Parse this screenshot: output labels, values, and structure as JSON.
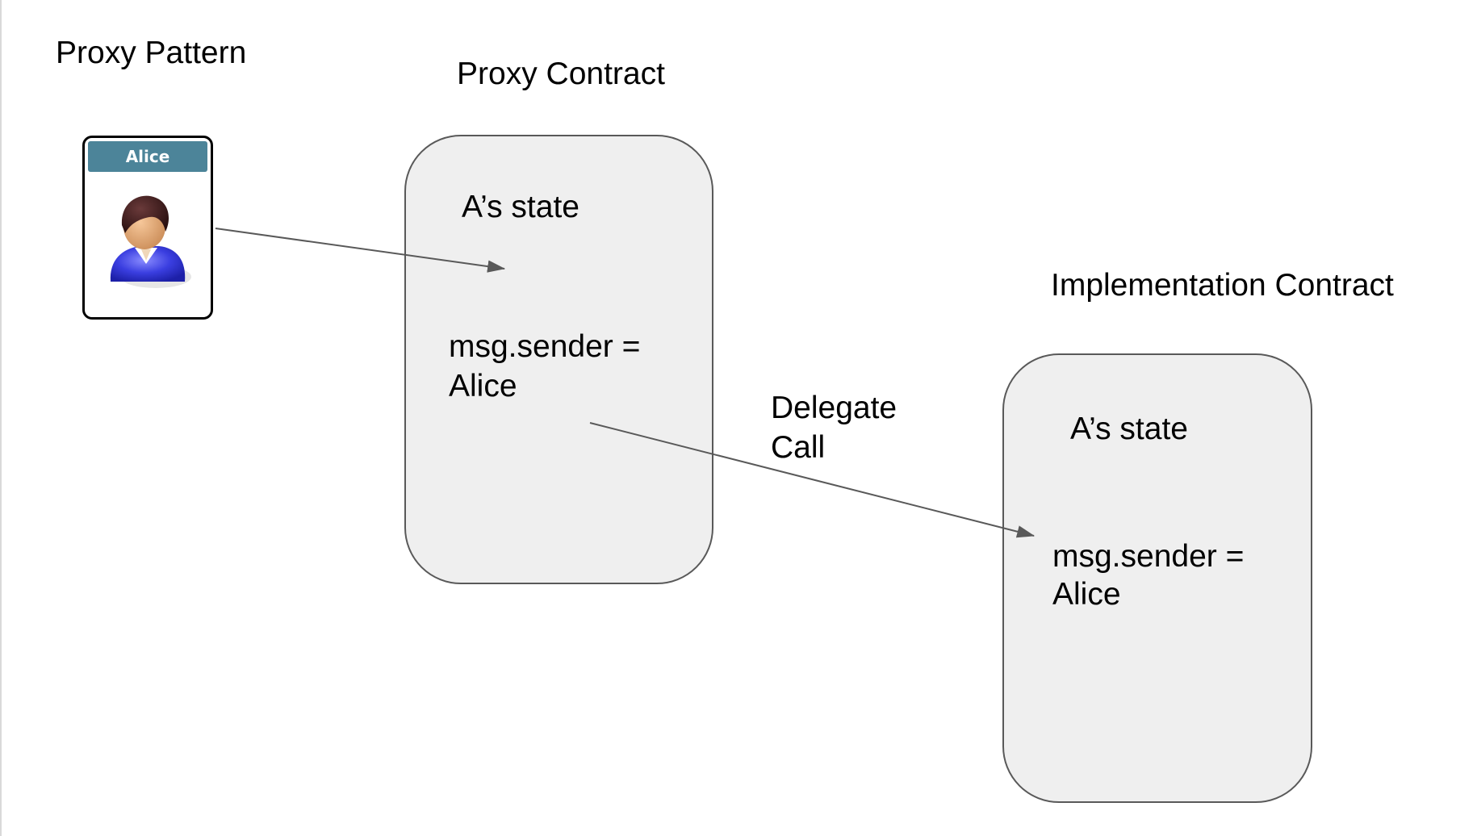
{
  "diagram": {
    "title": "Proxy Pattern",
    "actor": {
      "name": "Alice",
      "icon": "user-avatar-icon",
      "header_color": "#4c8499"
    },
    "proxy_contract": {
      "title": "Proxy Contract",
      "state_label": "A’s state",
      "sender_line1": "msg.sender =",
      "sender_line2": "Alice"
    },
    "implementation_contract": {
      "title": "Implementation Contract",
      "state_label": "A’s state",
      "sender_line1": "msg.sender =",
      "sender_line2": "Alice"
    },
    "edges": [
      {
        "from": "Alice",
        "to": "Proxy Contract",
        "label": ""
      },
      {
        "from": "Proxy Contract",
        "to": "Implementation Contract",
        "label_line1": "Delegate",
        "label_line2": "Call"
      }
    ],
    "colors": {
      "box_fill": "#efefef",
      "box_border": "#595959",
      "arrow": "#595959"
    }
  }
}
